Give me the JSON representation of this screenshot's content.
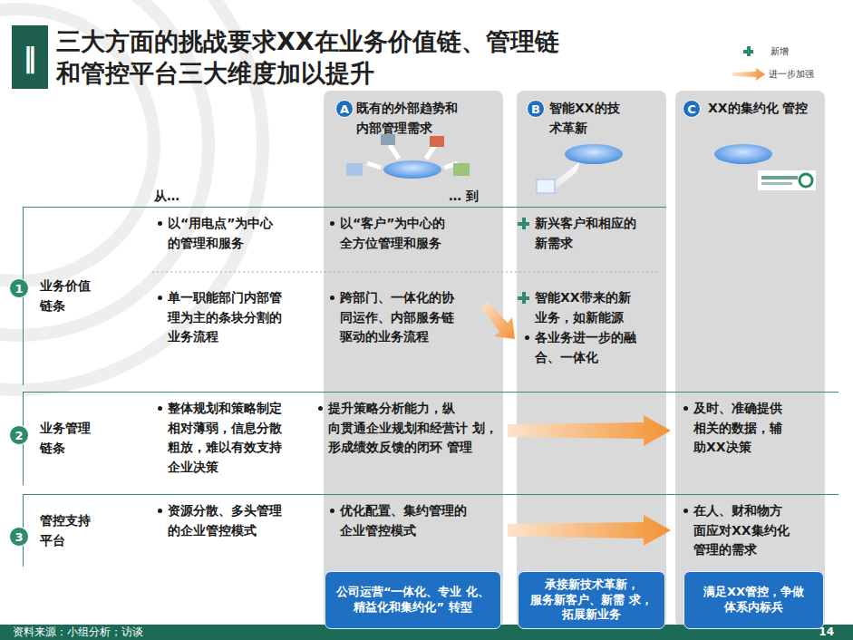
{
  "diagram": {
    "title": "三大方面的挑战要求XX在业务价值链、管理链 和管控平台三大维度加以提升",
    "nodes": [
      {
        "text": [
          "‖"
        ]
      },
      {
        "text": [
          "既有的外部趋势和 内部管理需求"
        ]
      },
      {
        "text": [
          "A"
        ],
        "in": 1
      },
      {
        "text": [
          "智能XX的技 术革新"
        ]
      },
      {
        "text": [
          "B"
        ],
        "in": 3
      },
      {
        "text": [
          "XX的集约化 管控"
        ]
      },
      {
        "text": [
          "C"
        ],
        "in": 5
      },
      {
        "text": [
          "业务价值 链条"
        ]
      },
      {
        "text": [
          "1"
        ],
        "in": 7
      },
      {
        "text": [
          "业务管理 链条"
        ]
      },
      {
        "text": [
          "2"
        ],
        "in": 9
      },
      {
        "text": [
          "管控支持 平台"
        ]
      },
      {
        "text": [
          "3"
        ],
        "in": 11
      },
      {
        "text": [
          "公司运营“一体化、专业 化、精益化和集约化” 转型"
        ],
        "in": 1
      },
      {
        "text": [
          "承接新技术革新， 服务新客户、新需 求，拓展新业务"
        ],
        "in": 3
      },
      {
        "text": [
          "满足XX管控，争做 体系内标兵"
        ],
        "in": 5
      }
    ],
    "labels": [
      "从…",
      "… 到",
      "以“用电点”为中心 的管理和服务",
      "以“客户”为中心的 全方位管理和服务",
      "新兴客户和相应的 新需求",
      "单一职能部门内部管 理为主的条块分割的 业务流程",
      "跨部门、一体化的协 同运作、内部服务链 驱动的业务流程",
      "智能XX带来的新 业务，如新能源",
      "各业务进一步的融 合、一体化",
      "整体规划和策略制定 相对薄弱，信息分散 粗放，难以有效支持 企业决策",
      "提升策略分析能力，纵 向贯通企业规划和经营计 划，形成绩效反馈的闭环 管理",
      "及时、准确提供 相关的数据，辅 助XX决策",
      "资源分散、多头管理 的企业管控模式",
      "优化配置、集约管理的 企业管控模式",
      "在人、财和物方 面应对XX集约化 管理的需求",
      "资料来源：小组分析；访谈",
      "14"
    ],
    "legend": [
      {
        "text": "新增"
      },
      {
        "text": "进一步加强"
      }
    ]
  }
}
